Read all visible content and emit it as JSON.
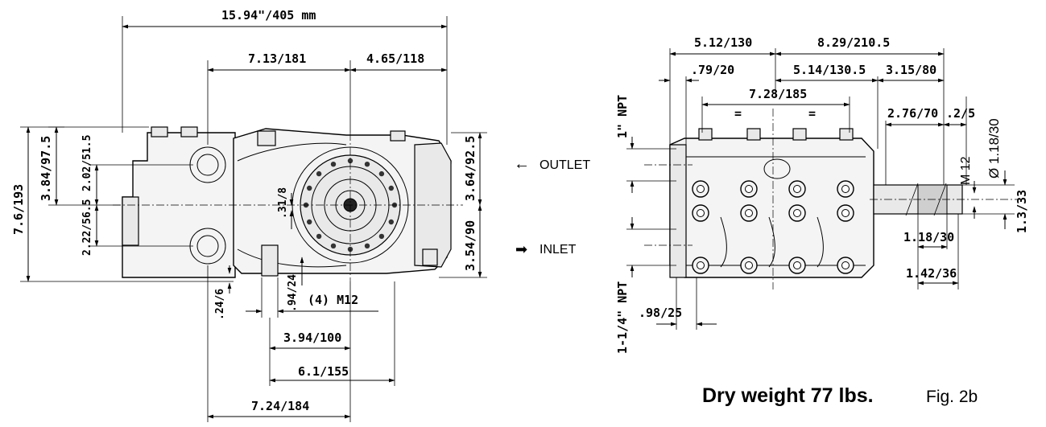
{
  "left_view": {
    "overall_length": "15.94\"/405 mm",
    "d_7_13_181": "7.13/181",
    "d_4_65_118": "4.65/118",
    "d_7_6_193": "7.6/193",
    "d_3_84_97_5": "3.84/97.5",
    "d_2_02_51_5": "2.02/51.5",
    "d_2_22_56_5": "2.22/56.5",
    "d_31_8": ".31/8",
    "d_3_64_92_5": "3.64/92.5",
    "d_3_54_90": "3.54/90",
    "d_24_6": ".24/6",
    "d_94_24": ".94/24",
    "d_4_m12": "(4) M12",
    "d_3_94_100": "3.94/100",
    "d_6_1_155": "6.1/155",
    "d_7_24_184": "7.24/184"
  },
  "ports": {
    "outlet_arrow": "←",
    "outlet": "OUTLET",
    "inlet_arrow": "➡",
    "inlet": "INLET"
  },
  "right_view": {
    "d_5_12_130": "5.12/130",
    "d_8_29_210_5": "8.29/210.5",
    "d_79_20": ".79/20",
    "d_5_14_130_5": "5.14/130.5",
    "d_3_15_80": "3.15/80",
    "d_7_28_185": "7.28/185",
    "eq1": "=",
    "eq2": "=",
    "npt_1": "1\" NPT",
    "npt_1_1_4": "1-1/4\" NPT",
    "d_2_76_70": "2.76/70",
    "d_2_5": ".2/5",
    "d_dia_1_18_30": "Ø 1.18/30",
    "d_m12": "M 12",
    "d_1_3_33": "1.3/33",
    "d_1_18_30": "1.18/30",
    "d_1_42_36": "1.42/36",
    "d_98_25": ".98/25"
  },
  "footer": {
    "weight": "Dry weight 77 lbs.",
    "figure": "Fig. 2b"
  }
}
